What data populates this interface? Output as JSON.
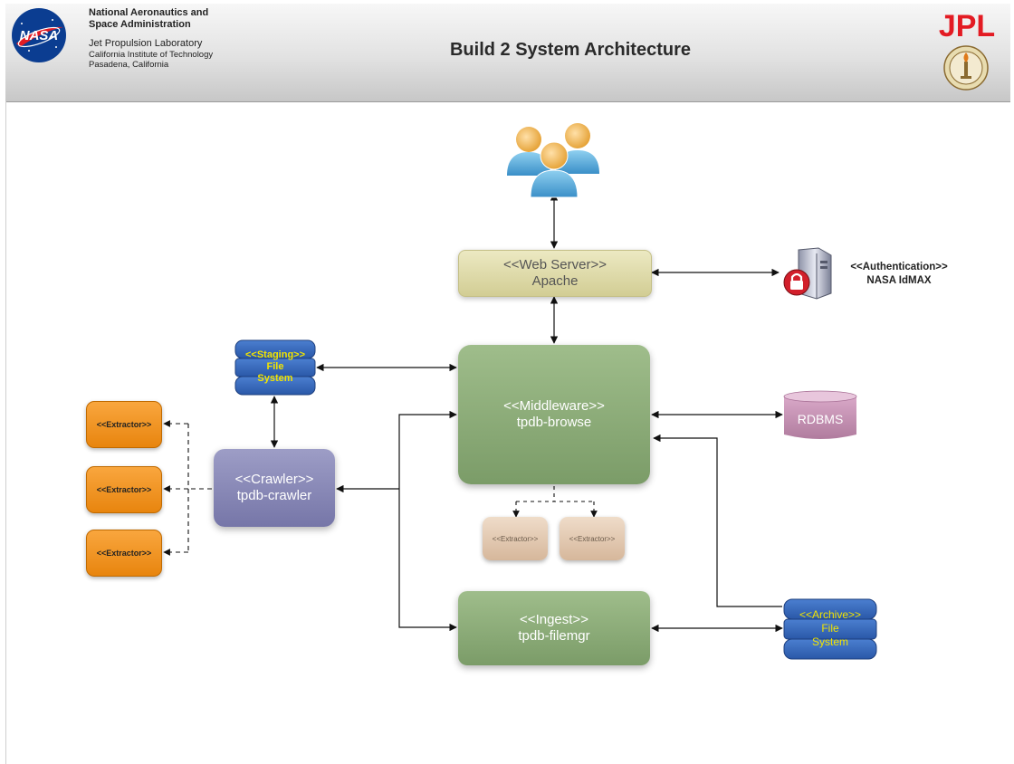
{
  "header": {
    "agency_line1": "National Aeronautics and",
    "agency_line2": "Space Administration",
    "lab_line": "Jet Propulsion Laboratory",
    "institute_line": "California Institute of Technology",
    "city_line": "Pasadena, California",
    "title": "Build 2 System Architecture",
    "nasa_logo_text": "NASA",
    "jpl_logo_text": "JPL"
  },
  "nodes": {
    "web_server": {
      "stereotype": "<<Web Server>>",
      "name": "Apache"
    },
    "authentication": {
      "stereotype": "<<Authentication>>",
      "name": "NASA IdMAX"
    },
    "middleware": {
      "stereotype": "<<Middleware>>",
      "name": "tpdb-browse"
    },
    "rdbms": {
      "name": "RDBMS"
    },
    "staging": {
      "stereotype": "<<Staging>>",
      "line2": "File",
      "line3": "System"
    },
    "crawler": {
      "stereotype": "<<Crawler>>",
      "name": "tpdb-crawler"
    },
    "extractors_left": [
      "<<Extractor>>",
      "<<Extractor>>",
      "<<Extractor>>"
    ],
    "extractors_middleware": [
      "<<Extractor>>",
      "<<Extractor>>"
    ],
    "ingest": {
      "stereotype": "<<Ingest>>",
      "name": "tpdb-filemgr"
    },
    "archive": {
      "stereotype": "<<Archive>>",
      "line2": "File",
      "line3": "System"
    }
  },
  "icons": {
    "users": "users-group-icon",
    "server": "locked-server-icon"
  },
  "colors": {
    "web_server": "#e0dca8",
    "middleware": "#8dad78",
    "ingest": "#8dad78",
    "crawler": "#8585b5",
    "extractor": "#f59a2a",
    "extractor_middleware": "#e3c8ad",
    "rdbms": "#c490b2",
    "file_system": "#3366bb",
    "nasa_blue": "#0b3d91",
    "jpl_red": "#e31b23"
  }
}
